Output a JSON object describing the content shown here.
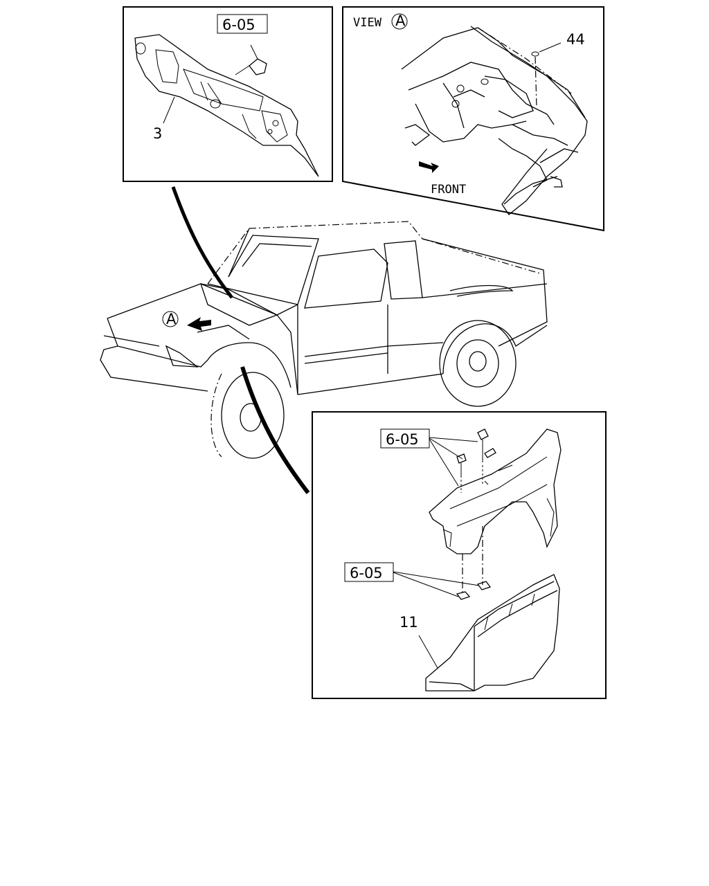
{
  "callouts": {
    "top_ref": "6-05",
    "part_3": "3",
    "view_label": "VIEW",
    "view_circle": "A",
    "part_44": "44",
    "front_label": "FRONT",
    "truck_circle": "A",
    "fender_ref": "6-05",
    "liner_ref": "6-05",
    "part_11": "11"
  }
}
